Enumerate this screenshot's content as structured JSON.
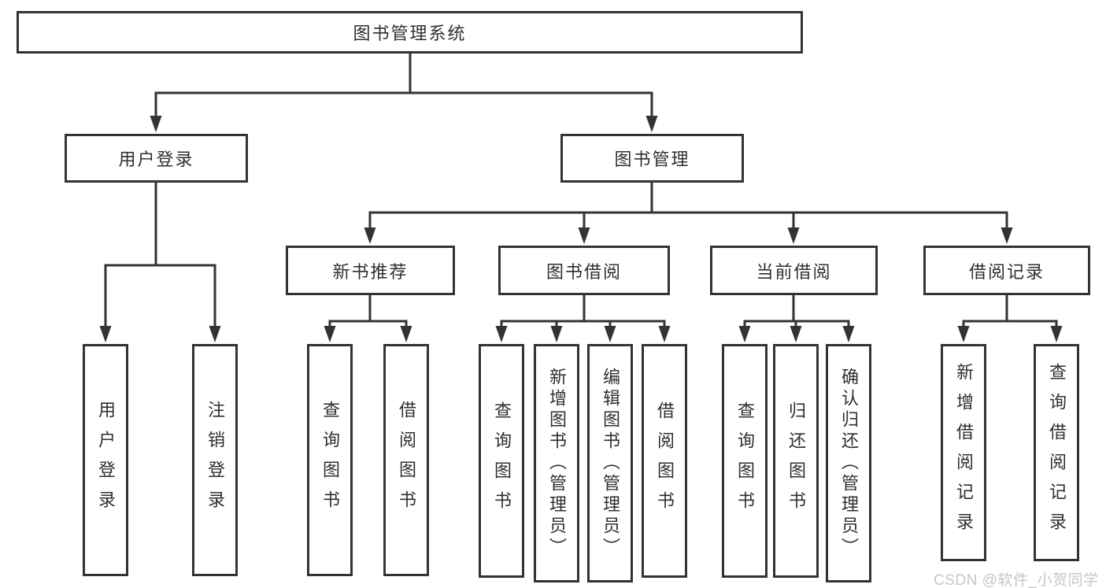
{
  "colors": {
    "line": "#333333",
    "text": "#2f2f33",
    "watermark": "#c6c6ca",
    "background": "#ffffff"
  },
  "nodes": {
    "root": "图书管理系统",
    "level2": [
      "用户登录",
      "图书管理"
    ],
    "level3": [
      "新书推荐",
      "图书借阅",
      "当前借阅",
      "借阅记录"
    ],
    "leaves": {
      "user_login": [
        "用户登录",
        "注销登录"
      ],
      "new_book_recommend": [
        "查询图书",
        "借阅图书"
      ],
      "book_borrow": [
        "查询图书",
        "新增图书（管理员）",
        "编辑图书（管理员）",
        "借阅图书"
      ],
      "current_borrow": [
        "查询图书",
        "归还图书",
        "确认归还（管理员）"
      ],
      "borrow_records": [
        "新增借阅记录",
        "查询借阅记录"
      ]
    }
  },
  "watermark": "CSDN @软件_小贺同学"
}
